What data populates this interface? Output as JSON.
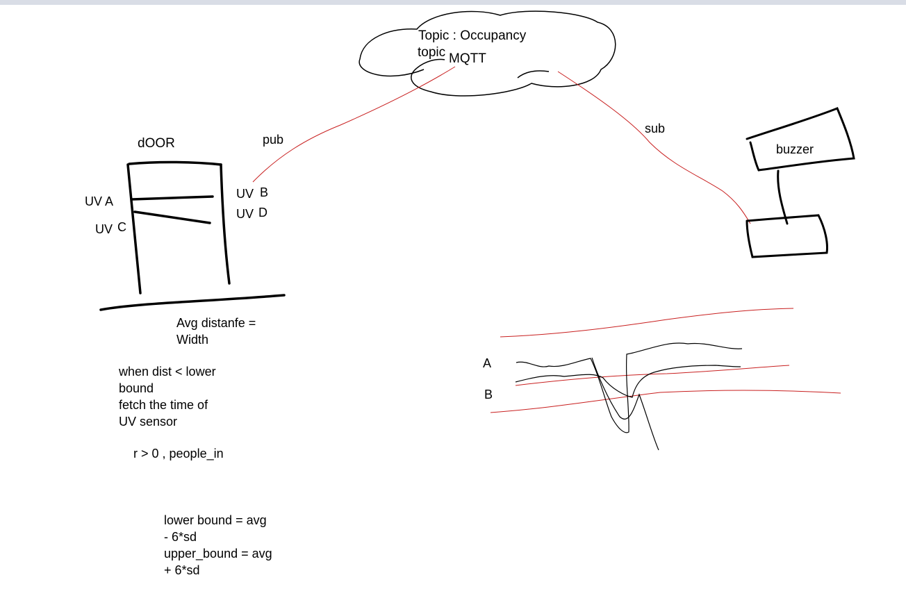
{
  "cloud": {
    "topic_line1": "Topic : Occupancy",
    "topic_line2": "topic",
    "broker": "MQTT"
  },
  "arrows": {
    "publish": "pub",
    "subscribe": "sub"
  },
  "door": {
    "title": "dOOR",
    "sensor_a": "UV A",
    "sensor_c_prefix": "UV",
    "sensor_c_letter": "C",
    "sensor_b_prefix": "UV",
    "sensor_b_letter": "B",
    "sensor_d_prefix": "UV",
    "sensor_d_letter": "D"
  },
  "buzzer": {
    "label": "buzzer"
  },
  "notes": {
    "avg_line1": "Avg distanfe =",
    "avg_line2": "Width",
    "cond_line1": "when dist < lower",
    "cond_line2": "bound",
    "cond_line3": "fetch the time of",
    "cond_line4": "UV sensor",
    "rule": "r > 0 , people_in",
    "bounds_line1": "lower bound = avg",
    "bounds_line2": "- 6*sd",
    "bounds_line3": "upper_bound = avg",
    "bounds_line4": "+ 6*sd"
  },
  "signal": {
    "label_a": "A",
    "label_b": "B"
  },
  "colors": {
    "ink": "#000000",
    "red_ink": "#c81e1e",
    "top_bar": "#d9dde6"
  }
}
